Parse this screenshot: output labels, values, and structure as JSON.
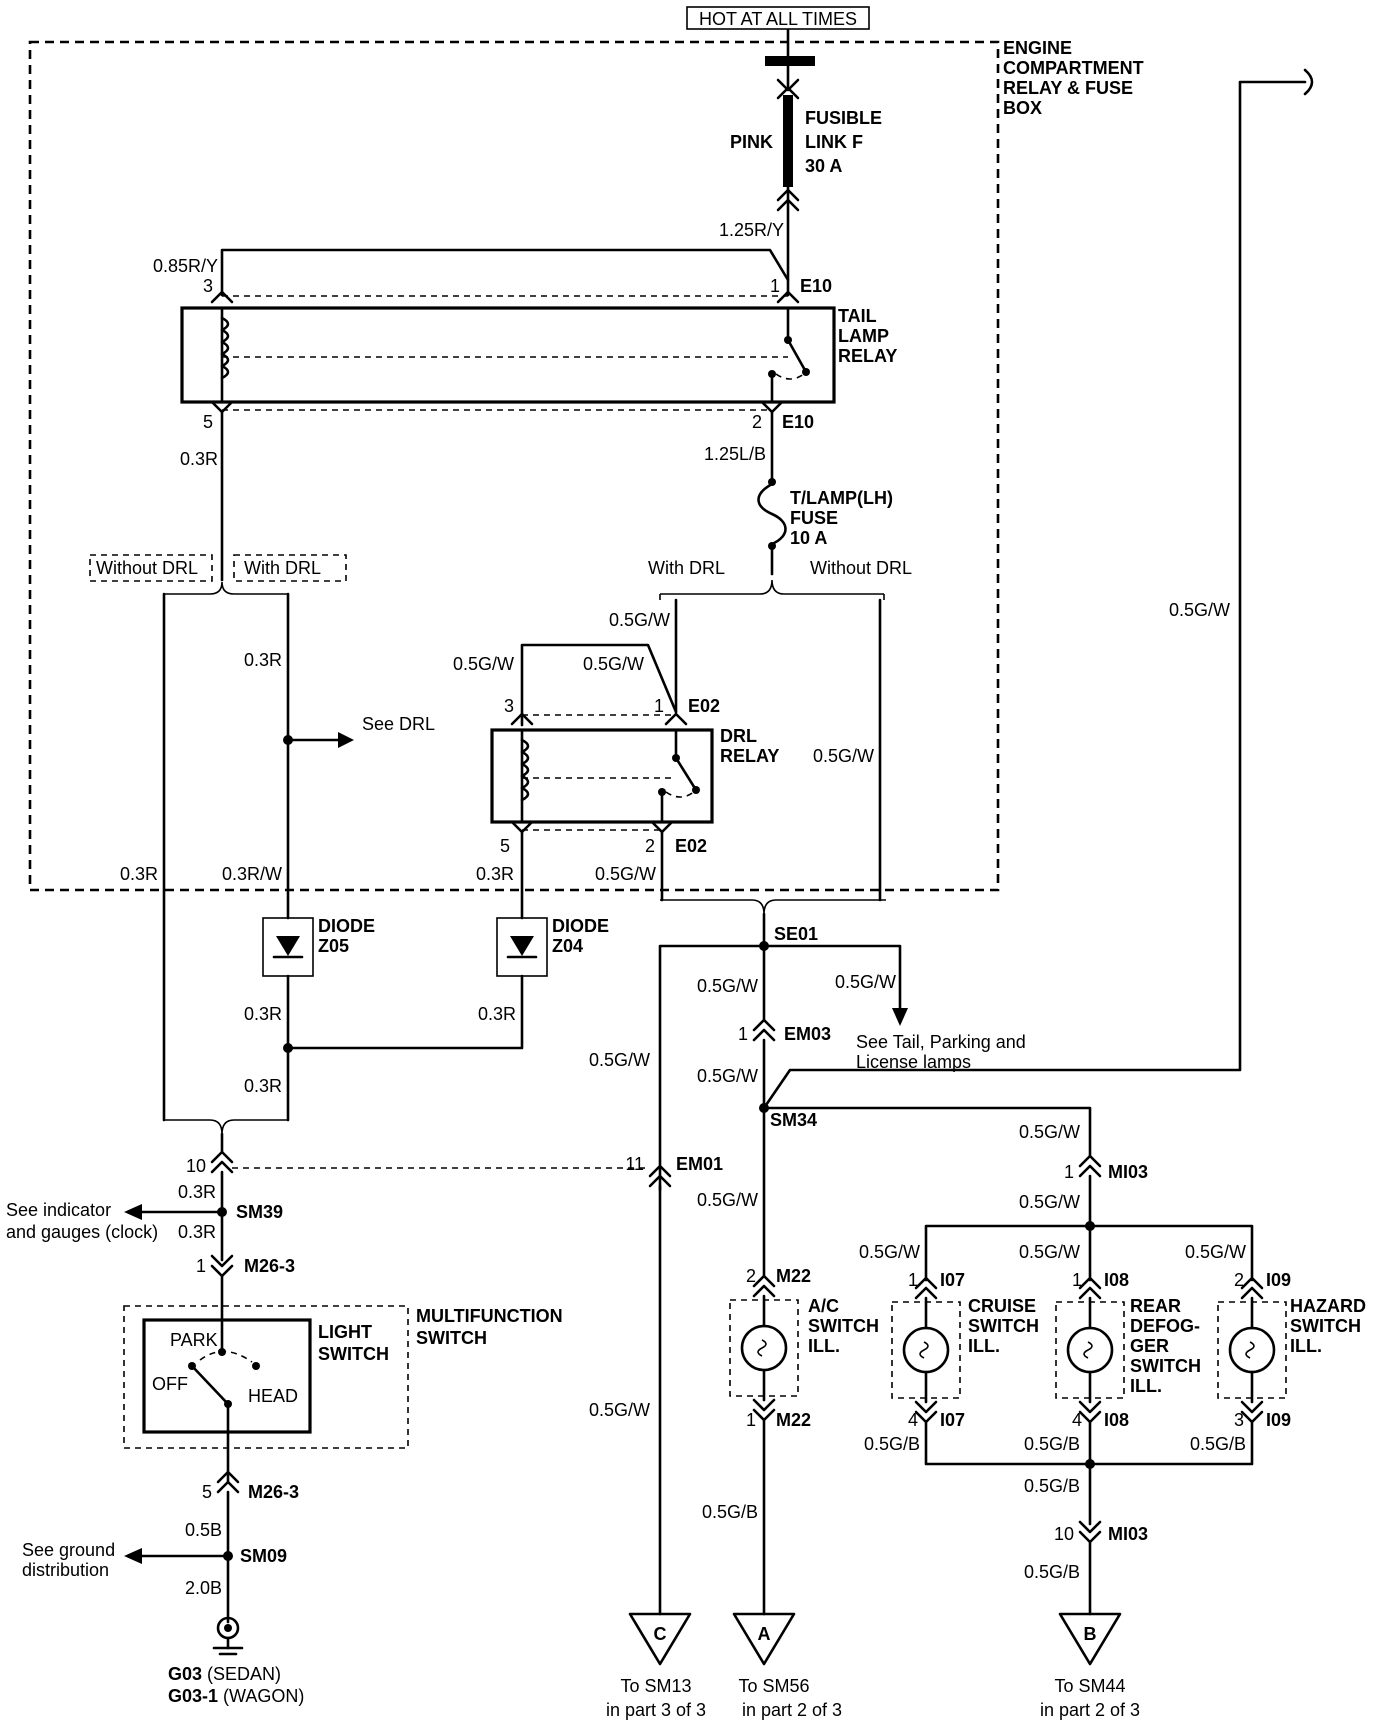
{
  "header": {
    "power_label": "HOT AT ALL TIMES"
  },
  "enclosure": {
    "line1": "ENGINE",
    "line2": "COMPARTMENT",
    "line3": "RELAY & FUSE",
    "line4": "BOX"
  },
  "fusible_link": {
    "line1": "FUSIBLE",
    "line2": "LINK F",
    "line3": "30 A",
    "color": "PINK"
  },
  "tail_relay": {
    "line1": "TAIL",
    "line2": "LAMP",
    "line3": "RELAY",
    "pin1": "1",
    "pin2": "2",
    "pin3": "3",
    "pin5": "5",
    "conn": "E10"
  },
  "tlamp_fuse": {
    "line1": "T/LAMP(LH)",
    "line2": "FUSE",
    "line3": "10 A"
  },
  "drl_relay": {
    "line1": "DRL",
    "line2": "RELAY",
    "pin1": "1",
    "pin2": "2",
    "pin3": "3",
    "pin5": "5",
    "conn": "E02"
  },
  "options": {
    "without_drl": "Without DRL",
    "with_drl": "With DRL"
  },
  "diodes": {
    "d1_line1": "DIODE",
    "d1_line2": "Z05",
    "d2_line1": "DIODE",
    "d2_line2": "Z04"
  },
  "wires": {
    "r_y_125": "1.25R/Y",
    "r_y_085": "0.85R/Y",
    "l_b_125": "1.25L/B",
    "r_03": "0.3R",
    "rw_03": "0.3R/W",
    "gw_05": "0.5G/W",
    "gb_05": "0.5G/B",
    "b_05": "0.5B",
    "b_20": "2.0B"
  },
  "refs": {
    "see_drl": "See DRL",
    "see_indicator_l1": "See indicator",
    "see_indicator_l2": "and gauges (clock)",
    "see_tail_l1": "See Tail, Parking and",
    "see_tail_l2": "License lamps",
    "see_ground_l1": "See ground",
    "see_ground_l2": "distribution"
  },
  "splices": {
    "se01": "SE01",
    "sm34": "SM34",
    "sm39": "SM39",
    "sm09": "SM09"
  },
  "connectors": {
    "em03": "EM03",
    "em03_pin": "1",
    "em01": "EM01",
    "em01_pin": "11",
    "em01_pin_left": "10",
    "mi03": "MI03",
    "mi03_pin_top": "1",
    "mi03_pin_bot": "10",
    "m26_3": "M26-3",
    "m26_3_top": "1",
    "m26_3_bot": "5",
    "m22": "M22",
    "i07": "I07",
    "i08": "I08",
    "i09": "I09",
    "m22_top": "2",
    "m22_bot": "1",
    "i07_top": "1",
    "i07_bot": "4",
    "i08_top": "1",
    "i08_bot": "4",
    "i09_top": "2",
    "i09_bot": "3"
  },
  "switch": {
    "mf_line1": "MULTIFUNCTION",
    "mf_line2": "SWITCH",
    "ls_line1": "LIGHT",
    "ls_line2": "SWITCH",
    "park": "PARK",
    "off": "OFF",
    "head": "HEAD"
  },
  "lamps": {
    "ac": [
      "A/C",
      "SWITCH",
      "ILL."
    ],
    "cruise": [
      "CRUISE",
      "SWITCH",
      "ILL."
    ],
    "rear": [
      "REAR",
      "DEFOG-",
      "GER",
      "SWITCH",
      "ILL."
    ],
    "hazard": [
      "HAZARD",
      "SWITCH",
      "ILL."
    ]
  },
  "ground": {
    "line1_bold": "G03",
    "line1_rest": " (SEDAN)",
    "line2_bold": "G03-1",
    "line2_rest": " (WAGON)"
  },
  "offpage": {
    "c": {
      "letter": "C",
      "line1": "To SM13",
      "line2": "in part 3 of 3"
    },
    "a": {
      "letter": "A",
      "line1": "To SM56",
      "line2": "in part 2 of 3"
    },
    "b": {
      "letter": "B",
      "line1": "To SM44",
      "line2": "in part 2 of 3"
    }
  }
}
